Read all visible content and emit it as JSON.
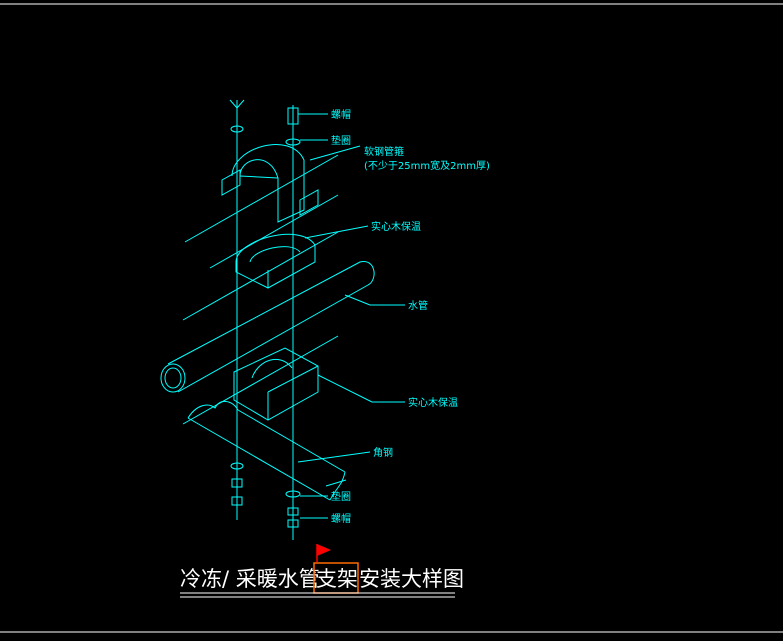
{
  "labels": {
    "nut_top": "螺帽",
    "washer_top": "垫圈",
    "clamp": "软钢管箍",
    "clamp_spec": "(不少于25mm宽及2mm厚)",
    "wood_top": "实心木保温",
    "water_pipe": "水管",
    "wood_bottom": "实心木保温",
    "angle_steel": "角钢",
    "washer_bottom": "垫圈",
    "nut_bottom": "螺帽"
  },
  "title": {
    "prefix": "冷冻/ 采暖水管",
    "highlight": "支架",
    "suffix": "安装大样图"
  },
  "colors": {
    "background": "#000000",
    "linework": "#00ffff",
    "title": "#ffffff",
    "highlight_box": "#ff6a00",
    "flag": "#ff0000"
  },
  "icons": {
    "flag": "red-flag-icon"
  }
}
